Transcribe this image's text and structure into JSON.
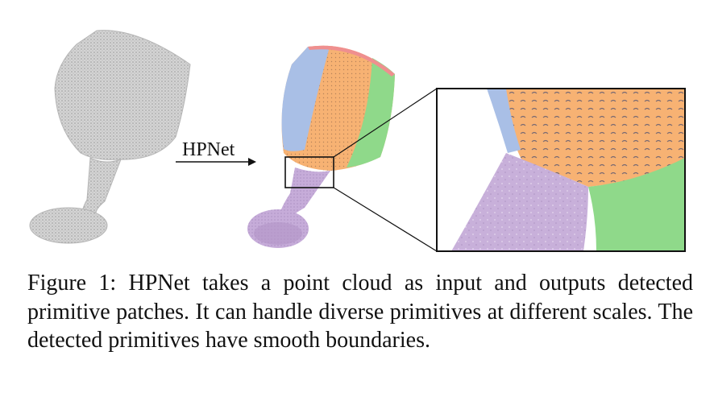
{
  "figure": {
    "arrow_label": "HPNet",
    "colors": {
      "input_cloud": "#c8c8c8",
      "patch_blue": "#a9bfe6",
      "patch_orange": "#f7b273",
      "patch_green": "#8fd98a",
      "patch_purple": "#c4aad8",
      "patch_red": "#ef8f8f",
      "zoom_box": "#111111"
    }
  },
  "caption": {
    "label": "Figure 1:",
    "text": "HPNet takes a point cloud as input and outputs detected primitive patches. It can handle diverse primitives at different scales.  The detected primitives have smooth boundaries."
  }
}
